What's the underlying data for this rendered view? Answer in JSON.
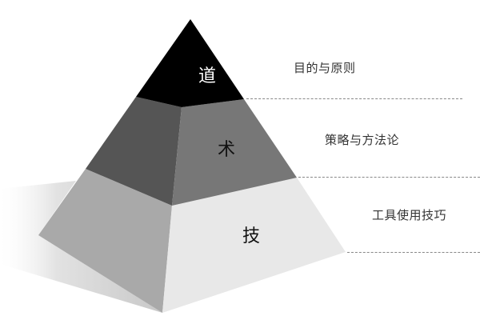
{
  "diagram": {
    "type": "pyramid",
    "tiers": [
      {
        "char": "道",
        "label": "目的与原则",
        "char_color": "#ffffff",
        "left_face": "#000000",
        "right_face": "#000000"
      },
      {
        "char": "术",
        "label": "策略与方法论",
        "char_color": "#111111",
        "left_face": "#555555",
        "right_face": "#777777"
      },
      {
        "char": "技",
        "label": "工具使用技巧",
        "char_color": "#111111",
        "left_face": "#a9a9a9",
        "right_face": "#e8e8e8"
      }
    ],
    "colors": {
      "background": "#ffffff",
      "label_text": "#333333",
      "divider": "#888888",
      "shadow": "#cccccc"
    }
  }
}
